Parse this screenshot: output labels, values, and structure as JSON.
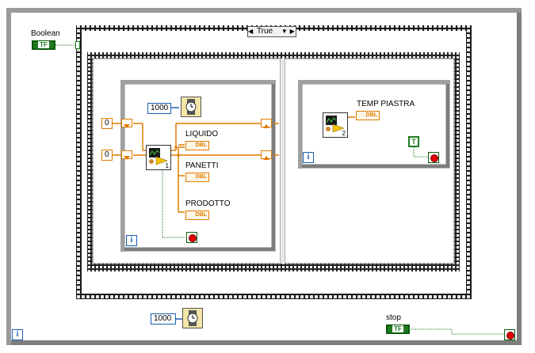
{
  "window": {
    "title": ""
  },
  "controls": {
    "boolean_label": "Boolean",
    "boolean_terminal": "TF",
    "stop_label": "stop",
    "stop_terminal": "TF"
  },
  "case_structure": {
    "selector_value": "True",
    "left_arrow": "◀",
    "right_arrow": "▶",
    "dropdown": "▼"
  },
  "left_loop": {
    "wait_constant": "1000",
    "init_constant_1": "0",
    "init_constant_2": "0",
    "subvi_number": "1",
    "indicators": [
      {
        "label": "LIQUIDO",
        "type": "DBL"
      },
      {
        "label": "PANETTI",
        "type": "DBL"
      },
      {
        "label": "PRODOTTO",
        "type": "DBL"
      }
    ],
    "iteration_symbol": "i"
  },
  "right_loop": {
    "subvi_number": "2",
    "indicator_label": "TEMP PIASTRA",
    "indicator_type": "DBL",
    "true_constant": "T",
    "iteration_symbol": "i"
  },
  "outer_loop": {
    "wait_constant": "1000",
    "iteration_symbol": "i"
  },
  "colors": {
    "structure_gray": "#808080",
    "boolean_green": "#1f7a1f",
    "numeric_orange": "#e07b00",
    "integer_blue": "#1a5fb4",
    "stop_red": "#e00000"
  }
}
